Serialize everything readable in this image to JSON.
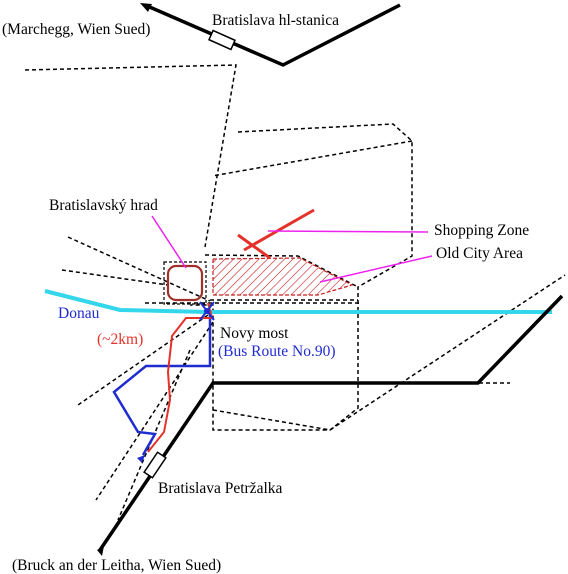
{
  "labels": {
    "marchegg": "(Marchegg, Wien Sued)",
    "bratislava_hl_stanica": "Bratislava hl-stanica",
    "bratislavsky_hrad": "Bratislavský hrad",
    "shopping_zone": "Shopping Zone",
    "old_city_area": "Old City Area",
    "donau": "Donau",
    "distance": "(~2km)",
    "novy_most": "Novy most",
    "bus_route": "(Bus Route No.90)",
    "petrzalka": "Bratislava Petržalka",
    "bruck": "(Bruck an der Leitha, Wien Sued)"
  },
  "colors": {
    "rail": "#000000",
    "road": "#000000",
    "river": "#33d6ea",
    "walking_route": "#e4322a",
    "bus_route": "#1f2ccf",
    "shopping_zone": "#e4322a",
    "old_city_hatch": "#c81e1e",
    "castle": "#a0302a",
    "callout": "#ee22ee"
  },
  "icons": {
    "station": "station-icon",
    "bridge": "bridge-icon",
    "castle": "castle-icon"
  }
}
